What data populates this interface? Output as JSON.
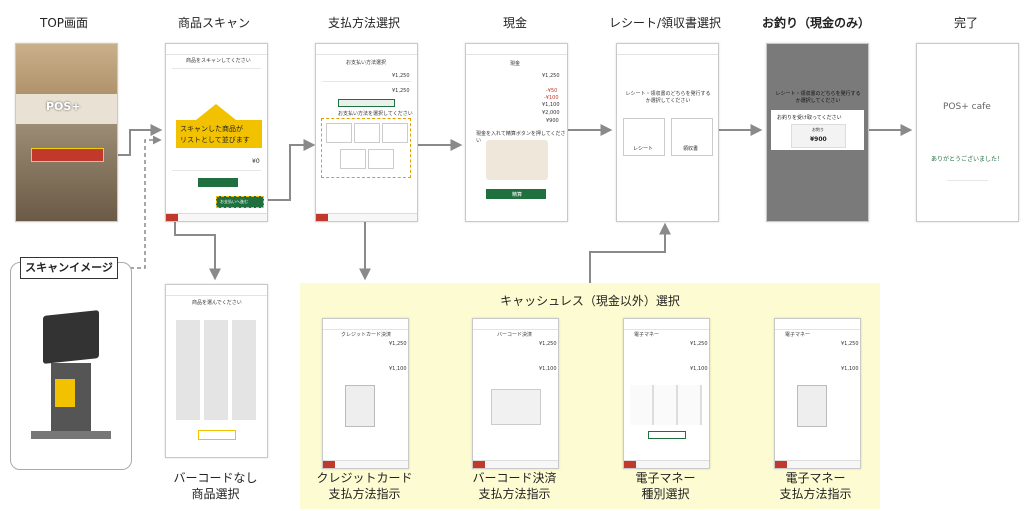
{
  "steps": {
    "top": "TOP画面",
    "scan": "商品スキャン",
    "payment": "支払方法選択",
    "cash": "現金",
    "receipt": "レシート/領収書選択",
    "change": "お釣り（現金のみ）",
    "done": "完了"
  },
  "top_screen": {
    "logo": "POS+"
  },
  "scan_screen": {
    "heading": "商品をスキャンしてください",
    "banner_line1": "スキャンした商品が",
    "banner_line2": "リストとして並びます",
    "total": "¥0",
    "pay_button": "お支払いへ進む"
  },
  "payment_screen": {
    "heading": "お支払い方法選択",
    "amount1": "¥1,250",
    "amount2": "¥1,250",
    "sub": "お支払い方法を選択してください"
  },
  "cash_screen": {
    "title": "現金",
    "amounts": [
      "¥1,250",
      "-¥50",
      "-¥100",
      "¥1,100",
      "¥2,000",
      "¥900"
    ],
    "instruction": "現金を入れて精算ボタンを押してください",
    "button": "精算"
  },
  "receipt_screen": {
    "heading": "レシート・領収書のどちらを発行するか選択してください",
    "option1": "レシート",
    "option2": "領収書"
  },
  "change_screen": {
    "heading": "レシート・領収書のどちらを発行するか選択してください",
    "notice": "お釣りを受け取ってください",
    "label": "お釣り",
    "amount": "¥900"
  },
  "done_screen": {
    "logo": "POS+ cafe",
    "thanks": "ありがとうございました！"
  },
  "scan_image": {
    "label": "スキャンイメージ"
  },
  "no_barcode": {
    "heading": "商品を選んでください",
    "caption_line1": "バーコードなし",
    "caption_line2": "商品選択"
  },
  "cashless": {
    "title": "キャッシュレス（現金以外）選択",
    "screens": [
      {
        "header": "クレジットカード決済",
        "amount": "¥1,250",
        "total": "¥1,100",
        "caption_line1": "クレジットカード",
        "caption_line2": "支払方法指示"
      },
      {
        "header": "バーコード決済",
        "amount": "¥1,250",
        "total": "¥1,100",
        "caption_line1": "バーコード決済",
        "caption_line2": "支払方法指示"
      },
      {
        "header": "電子マネー",
        "amount": "¥1,250",
        "total": "¥1,100",
        "caption_line1": "電子マネー",
        "caption_line2": "種別選択"
      },
      {
        "header": "電子マネー",
        "amount": "¥1,250",
        "total": "¥1,100",
        "caption_line1": "電子マネー",
        "caption_line2": "支払方法指示"
      }
    ]
  },
  "colors": {
    "accent_yellow": "#f2c200",
    "accent_green": "#1f6f3f",
    "cashless_bg": "#fdfbd1",
    "red": "#c0392b"
  }
}
